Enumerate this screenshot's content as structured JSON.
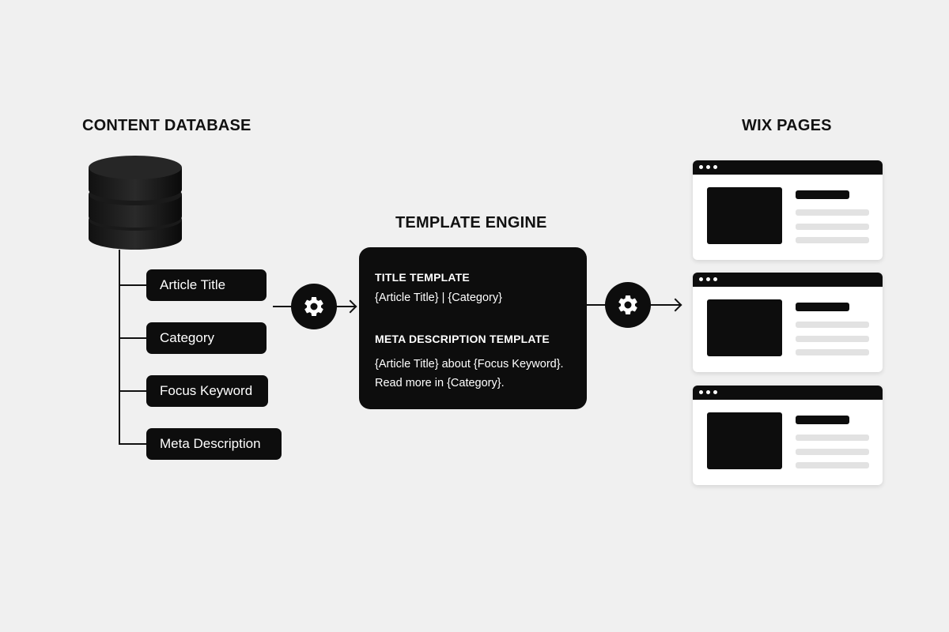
{
  "headings": {
    "database": "CONTENT DATABASE",
    "engine": "TEMPLATE ENGINE",
    "pages": "WIX PAGES"
  },
  "fields": [
    {
      "label": "Article Title"
    },
    {
      "label": "Category"
    },
    {
      "label": "Focus Keyword"
    },
    {
      "label": "Meta Description"
    }
  ],
  "engine": {
    "title_label": "TITLE TEMPLATE",
    "title_template": "{Article Title} | {Category}",
    "meta_label": "META DESCRIPTION TEMPLATE",
    "meta_template_line1": "{Article Title} about {Focus Keyword}.",
    "meta_template_line2": "Read more in {Category}."
  },
  "icons": {
    "database": "database-icon",
    "gear": "gear-icon",
    "arrow": "arrow-right-icon",
    "page": "browser-window-icon"
  },
  "colors": {
    "background": "#f0f0f0",
    "dark": "#0d0d0d",
    "light": "#ffffff",
    "placeholder": "#e2e2e2"
  }
}
